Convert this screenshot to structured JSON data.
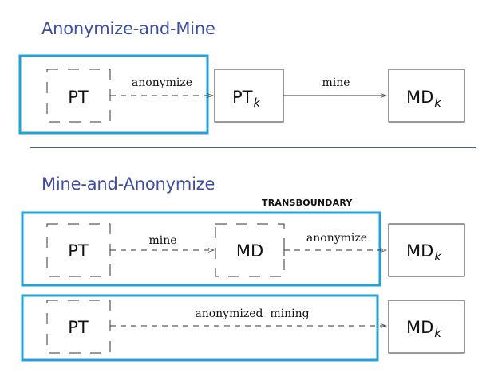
{
  "section1": {
    "title": "Anonymize-and-Mine",
    "nodes": {
      "pt": "PT",
      "ptk": "PT",
      "ptk_sub": "k",
      "mdk": "MD",
      "mdk_sub": "k"
    },
    "edges": {
      "anonymize": "anonymize",
      "mine": "mine"
    }
  },
  "section2": {
    "title": "Mine-and-Anonymize",
    "tag": "TRANSBOUNDARY",
    "row1": {
      "nodes": {
        "pt": "PT",
        "md": "MD",
        "mdk": "MD",
        "mdk_sub": "k"
      },
      "edges": {
        "mine": "mine",
        "anonymize": "anonymize"
      }
    },
    "row2": {
      "nodes": {
        "pt": "PT",
        "mdk": "MD",
        "mdk_sub": "k"
      },
      "edges": {
        "anonymized_mining": "anonymized  mining"
      }
    }
  },
  "colors": {
    "title": "#3f4fa0",
    "highlight": "#1fa3d9",
    "divider": "#1a2a4a",
    "stroke": "#333333"
  }
}
